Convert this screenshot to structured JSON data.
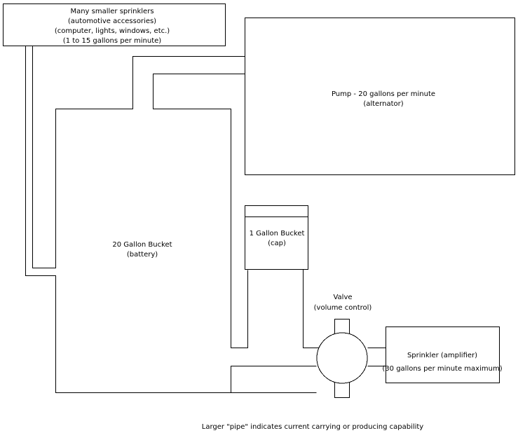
{
  "sprinklers_box": {
    "line1": "Many smaller sprinklers",
    "line2": "(automotive accessories)",
    "line3": "(computer, lights, windows, etc.)",
    "line4": "(1 to 15 gallons per minute)"
  },
  "pump_box": {
    "line1": "Pump - 20 gallons per minute",
    "line2": "(alternator)"
  },
  "big_bucket": {
    "line1": "20 Gallon Bucket",
    "line2": "(battery)"
  },
  "small_bucket": {
    "line1": "1 Gallon Bucket",
    "line2": "(cap)"
  },
  "valve": {
    "line1": "Valve",
    "line2": "(volume control)"
  },
  "sprinkler_amp": {
    "line1": "Sprinkler (amplifier)",
    "line2": "(30 gallons per minute maximum)"
  },
  "footnote": "Larger \"pipe\" indicates current carrying or producing capability"
}
